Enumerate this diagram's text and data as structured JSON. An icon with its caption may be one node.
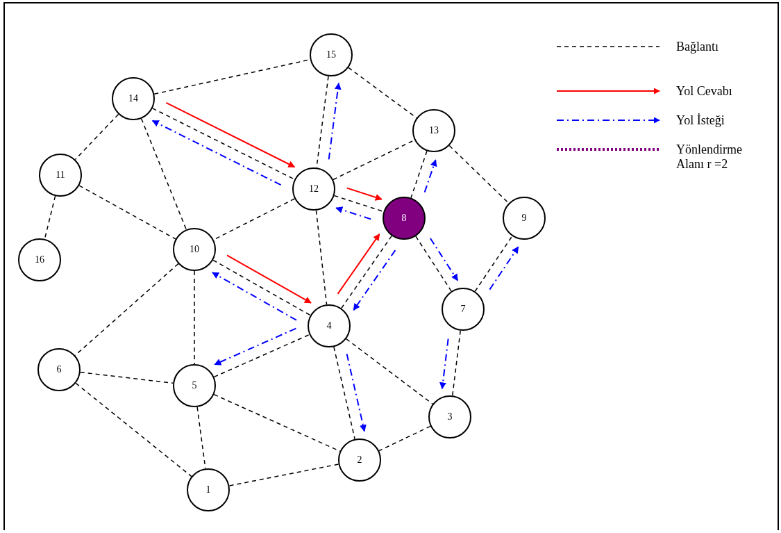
{
  "diagram": {
    "nodes": [
      {
        "text": [
          "15"
        ]
      },
      {
        "text": [
          "14"
        ]
      },
      {
        "text": [
          "13"
        ]
      },
      {
        "text": [
          "11"
        ]
      },
      {
        "text": [
          "12"
        ]
      },
      {
        "text": [
          "8"
        ]
      },
      {
        "text": [
          "9"
        ]
      },
      {
        "text": [
          "16"
        ]
      },
      {
        "text": [
          "10"
        ]
      },
      {
        "text": [
          "4"
        ]
      },
      {
        "text": [
          "7"
        ]
      },
      {
        "text": [
          "6"
        ]
      },
      {
        "text": [
          "5"
        ]
      },
      {
        "text": [
          "3"
        ]
      },
      {
        "text": [
          "2"
        ]
      },
      {
        "text": [
          "1"
        ]
      }
    ],
    "edges": [
      {
        "from": 1,
        "to": 0,
        "arrow": "none",
        "style": "dashed"
      },
      {
        "from": 0,
        "to": 4,
        "arrow": "none",
        "style": "dashed"
      },
      {
        "from": 0,
        "to": 2,
        "arrow": "none",
        "style": "dashed"
      },
      {
        "from": 1,
        "to": 3,
        "arrow": "none",
        "style": "dashed"
      },
      {
        "from": 1,
        "to": 4,
        "arrow": "none",
        "style": "dashed"
      },
      {
        "from": 1,
        "to": 8,
        "arrow": "none",
        "style": "dashed"
      },
      {
        "from": 3,
        "to": 7,
        "arrow": "none",
        "style": "dashed"
      },
      {
        "from": 3,
        "to": 8,
        "arrow": "none",
        "style": "dashed"
      },
      {
        "from": 4,
        "to": 2,
        "arrow": "none",
        "style": "dashed"
      },
      {
        "from": 4,
        "to": 5,
        "arrow": "none",
        "style": "dashed"
      },
      {
        "from": 4,
        "to": 8,
        "arrow": "none",
        "style": "dashed"
      },
      {
        "from": 4,
        "to": 9,
        "arrow": "none",
        "style": "dashed"
      },
      {
        "from": 2,
        "to": 5,
        "arrow": "none",
        "style": "dashed"
      },
      {
        "from": 2,
        "to": 6,
        "arrow": "none",
        "style": "dashed"
      },
      {
        "from": 5,
        "to": 10,
        "arrow": "none",
        "style": "dashed"
      },
      {
        "from": 5,
        "to": 9,
        "arrow": "none",
        "style": "dashed"
      },
      {
        "from": 8,
        "to": 9,
        "arrow": "none",
        "style": "dashed"
      },
      {
        "from": 8,
        "to": 12,
        "arrow": "none",
        "style": "dashed"
      },
      {
        "from": 8,
        "to": 11,
        "arrow": "none",
        "style": "dashed"
      },
      {
        "from": 11,
        "to": 12,
        "arrow": "none",
        "style": "dashed"
      },
      {
        "from": 11,
        "to": 15,
        "arrow": "none",
        "style": "dashed"
      },
      {
        "from": 12,
        "to": 9,
        "arrow": "none",
        "style": "dashed"
      },
      {
        "from": 12,
        "to": 14,
        "arrow": "none",
        "style": "dashed"
      },
      {
        "from": 12,
        "to": 15,
        "arrow": "none",
        "style": "dashed"
      },
      {
        "from": 9,
        "to": 14,
        "arrow": "none",
        "style": "dashed"
      },
      {
        "from": 9,
        "to": 13,
        "arrow": "none",
        "style": "dashed"
      },
      {
        "from": 10,
        "to": 13,
        "arrow": "none",
        "style": "dashed"
      },
      {
        "from": 10,
        "to": 6,
        "arrow": "none",
        "style": "dashed"
      },
      {
        "from": 13,
        "to": 14,
        "arrow": "none",
        "style": "dashed"
      },
      {
        "from": 14,
        "to": 15,
        "arrow": "none",
        "style": "dashed"
      },
      {
        "from": 1,
        "to": 4,
        "arrow": "to",
        "color": "#ff0000"
      },
      {
        "from": 4,
        "to": 5,
        "arrow": "to",
        "color": "#ff0000"
      },
      {
        "from": 8,
        "to": 9,
        "arrow": "to",
        "color": "#ff0000"
      },
      {
        "from": 9,
        "to": 5,
        "arrow": "to",
        "color": "#ff0000"
      },
      {
        "from": 4,
        "to": 1,
        "arrow": "to",
        "style": "dashed",
        "color": "#0000ff"
      },
      {
        "from": 4,
        "to": 0,
        "arrow": "to",
        "style": "dashed",
        "color": "#0000ff"
      },
      {
        "from": 5,
        "to": 4,
        "arrow": "to",
        "style": "dashed",
        "color": "#0000ff"
      },
      {
        "from": 5,
        "to": 2,
        "arrow": "to",
        "style": "dashed",
        "color": "#0000ff"
      },
      {
        "from": 5,
        "to": 10,
        "arrow": "to",
        "style": "dashed",
        "color": "#0000ff"
      },
      {
        "from": 5,
        "to": 9,
        "arrow": "to",
        "style": "dashed",
        "color": "#0000ff"
      },
      {
        "from": 9,
        "to": 8,
        "arrow": "to",
        "style": "dashed",
        "color": "#0000ff"
      },
      {
        "from": 9,
        "to": 12,
        "arrow": "to",
        "style": "dashed",
        "color": "#0000ff"
      },
      {
        "from": 9,
        "to": 14,
        "arrow": "to",
        "style": "dashed",
        "color": "#0000ff"
      },
      {
        "from": 10,
        "to": 13,
        "arrow": "to",
        "style": "dashed",
        "color": "#0000ff"
      },
      {
        "from": 10,
        "to": 6,
        "arrow": "to",
        "style": "dashed",
        "color": "#0000ff"
      }
    ],
    "legend": [
      {
        "text": "Bağlantı"
      },
      {
        "text": "Yol Cevabı"
      },
      {
        "text": "Yol İsteği"
      },
      {
        "text": "Yönlendirme Alanı r =2"
      }
    ]
  }
}
